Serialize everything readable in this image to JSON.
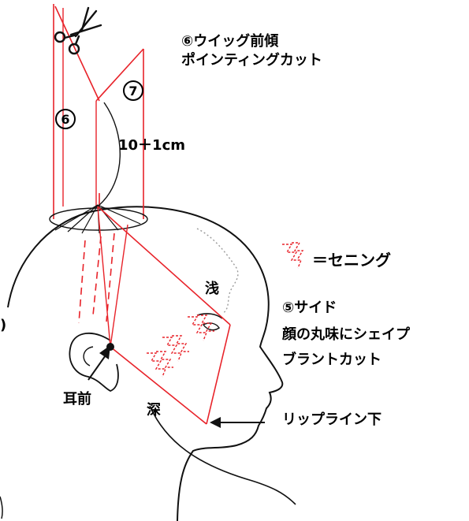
{
  "title": {
    "line1": "⑥ウイッグ前傾",
    "line2": "ポインティングカット"
  },
  "panel_numbers": {
    "six": "6",
    "seven": "7"
  },
  "length_label": "10＋1cm",
  "legend": {
    "text": "＝セニング"
  },
  "depth_labels": {
    "shallow": "浅",
    "deep": "深"
  },
  "side_section": {
    "line1": "⑤サイド",
    "line2": "顔の丸味にシェイプ",
    "line3": "ブラントカット"
  },
  "ear_label": "耳前",
  "lip_label": "リップライン下",
  "left_edge_glyph": ")",
  "colors": {
    "guide": "#e8232a",
    "outline": "#111111",
    "hairline": "#9a9a9a"
  }
}
